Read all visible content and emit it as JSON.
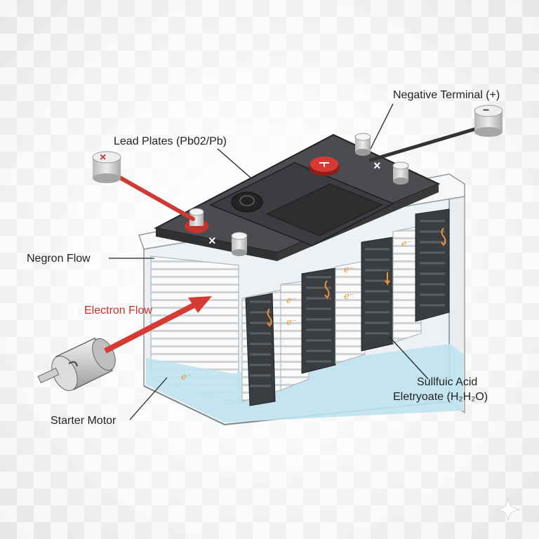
{
  "labels": {
    "negative_terminal": "Negative Terminal (+)",
    "lead_plates": "Lead Plates (Pb02/Pb)",
    "negron_flow": "Negron Flow",
    "electron_flow": "Electron Flow",
    "starter_motor": "Starter Motor",
    "electrolyte_line1": "Sullfuic Acid",
    "electrolyte_line2": "Eletryoate (H₂H₂O)"
  },
  "terminal_marks": {
    "left_cap": "×",
    "right_cap": "−",
    "left_plus": "×",
    "right_plus": "×"
  },
  "electron_symbol": "e⁻",
  "colors": {
    "positive_cable": "#cf3a34",
    "negative_cable": "#333333",
    "electron_arrow": "#d53a33",
    "electron_label": "#c8342a",
    "electrolyte": "#bfe3ee",
    "glyph": "#e8933a"
  }
}
